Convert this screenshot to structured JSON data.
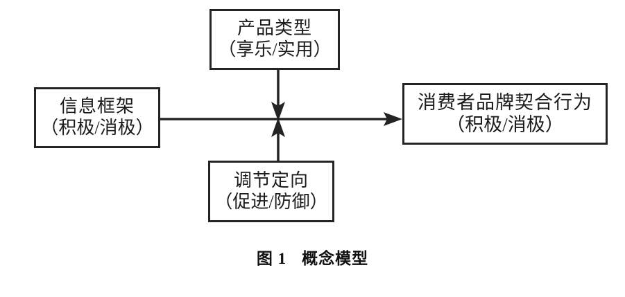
{
  "figure": {
    "caption_label": "图 1",
    "caption_title": "概念模型",
    "background_color": "#ffffff",
    "line_color": "#242424",
    "text_color": "#1c1c1c"
  },
  "nodes": [
    {
      "id": "product-type",
      "line1": "产品类型",
      "line2": "（享乐/实用）",
      "role": "moderator-top"
    },
    {
      "id": "message-framing",
      "line1": "信息框架",
      "line2": "（积极/消极）",
      "role": "independent-variable"
    },
    {
      "id": "consumer-brand-engagement",
      "line1": "消费者品牌契合行为",
      "line2": "（积极/消极）",
      "role": "dependent-variable"
    },
    {
      "id": "regulatory-focus",
      "line1": "调节定向",
      "line2": "（促进/防御）",
      "role": "moderator-bottom"
    }
  ],
  "edges": [
    {
      "id": "main-effect",
      "from": "message-framing",
      "to": "consumer-brand-engagement",
      "direction": "right",
      "arrowhead": true
    },
    {
      "id": "product-type-moderation",
      "from": "product-type",
      "to": "main-effect",
      "direction": "down",
      "arrowhead": true
    },
    {
      "id": "regulatory-focus-moderation",
      "from": "regulatory-focus",
      "to": "main-effect",
      "direction": "up",
      "arrowhead": true
    }
  ]
}
